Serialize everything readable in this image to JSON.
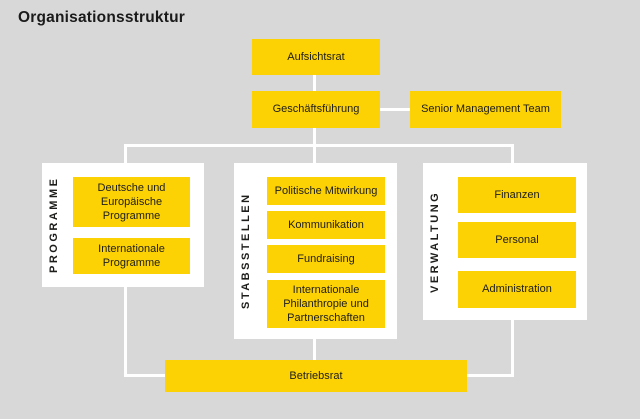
{
  "title": "Organisationsstruktur",
  "colors": {
    "background": "#d8d8d8",
    "box_yellow": "#fdd205",
    "panel_white": "#ffffff",
    "connector_white": "#ffffff",
    "text": "#1d1d1b"
  },
  "nodes": {
    "aufsichtsrat": "Aufsichtsrat",
    "geschaeftsfuehrung": "Geschäftsführung",
    "senior_management_team": "Senior Management Team",
    "betriebsrat": "Betriebsrat"
  },
  "columns": [
    {
      "label": "PROGRAMME",
      "items": [
        "Deutsche und Europäische Programme",
        "Internationale Programme"
      ]
    },
    {
      "label": "STABSSTELLEN",
      "items": [
        "Politische Mitwirkung",
        "Kommunikation",
        "Fundraising",
        "Internationale Philanthropie und Partnerschaften"
      ]
    },
    {
      "label": "VERWALTUNG",
      "items": [
        "Finanzen",
        "Personal",
        "Administration"
      ]
    }
  ]
}
